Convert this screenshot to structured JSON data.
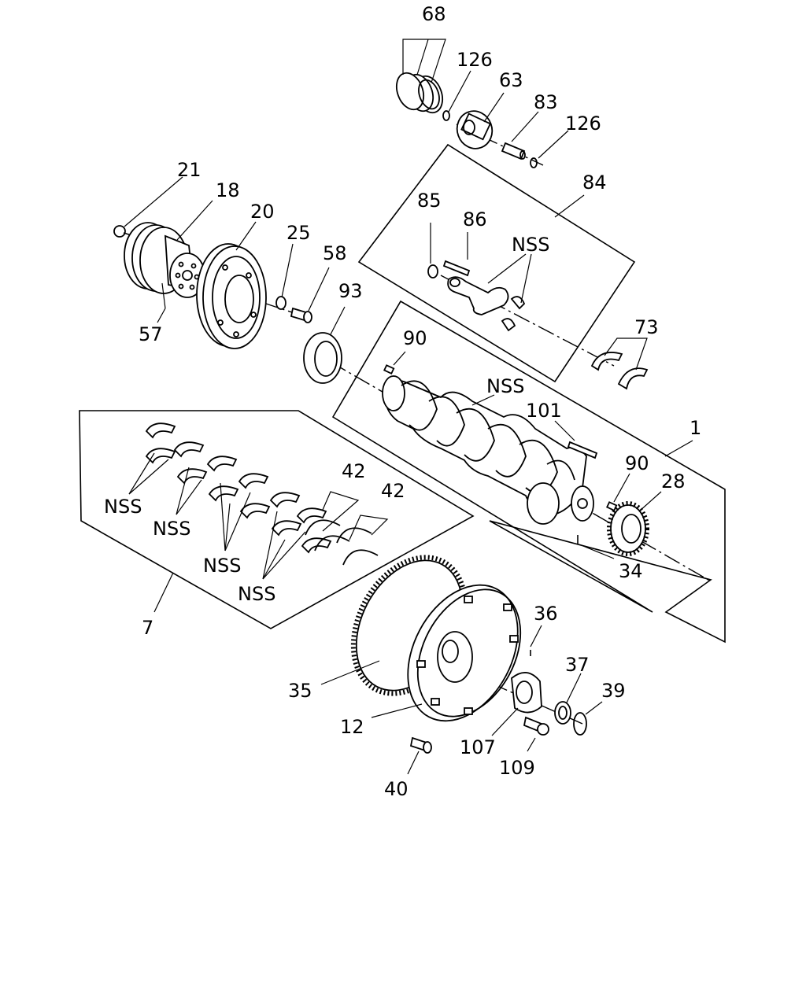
{
  "labels": {
    "l68": "68",
    "l126a": "126",
    "l63": "63",
    "l83": "83",
    "l126b": "126",
    "l84": "84",
    "l85": "85",
    "l86": "86",
    "lnss_rod": "NSS",
    "l21": "21",
    "l18": "18",
    "l20": "20",
    "l25": "25",
    "l58": "58",
    "l93": "93",
    "l57": "57",
    "l90a": "90",
    "l73": "73",
    "lnss_crank": "NSS",
    "l101": "101",
    "l1": "1",
    "l90b": "90",
    "l28": "28",
    "l34": "34",
    "l42a": "42",
    "l42b": "42",
    "lnss1": "NSS",
    "lnss2": "NSS",
    "lnss3": "NSS",
    "lnss4": "NSS",
    "l7": "7",
    "l36": "36",
    "l37": "37",
    "l39": "39",
    "l35": "35",
    "l12": "12",
    "l107": "107",
    "l109": "109",
    "l40": "40"
  }
}
